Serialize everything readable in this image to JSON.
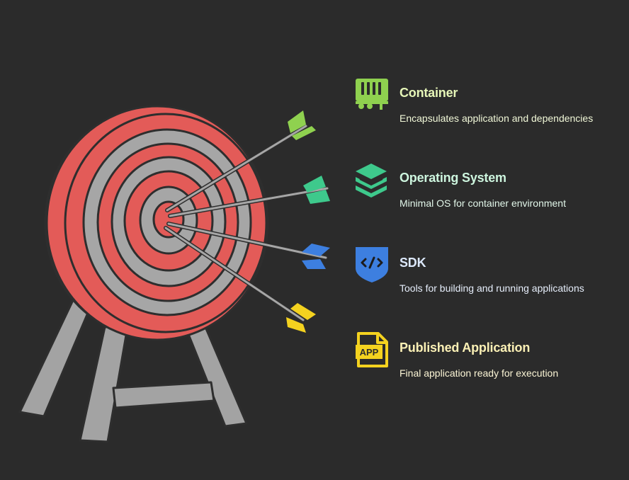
{
  "items": [
    {
      "title": "Container",
      "description": "Encapsulates application and dependencies",
      "icon": "container-icon",
      "color": "#8fd14f",
      "title_color": "#e6f6b8",
      "desc_color": "#f1f8d8"
    },
    {
      "title": "Operating System",
      "description": "Minimal OS for container environment",
      "icon": "layers-icon",
      "color": "#3ec98c",
      "title_color": "#cdf5de",
      "desc_color": "#e2f7ea"
    },
    {
      "title": "SDK",
      "description": "Tools for building and running applications",
      "icon": "code-shield-icon",
      "color": "#3d7fe0",
      "title_color": "#dce8fb",
      "desc_color": "#e6eefb"
    },
    {
      "title": "Published Application",
      "description": "Final application ready for execution",
      "icon": "app-file-icon",
      "color": "#f4d21f",
      "title_color": "#fbf0b5",
      "desc_color": "#fbf5d5",
      "icon_text": "APP"
    }
  ],
  "colors": {
    "background": "#2b2b2b",
    "target_red": "#e35b58",
    "target_gray": "#a6a6a6",
    "outline": "#2e2e2e"
  }
}
